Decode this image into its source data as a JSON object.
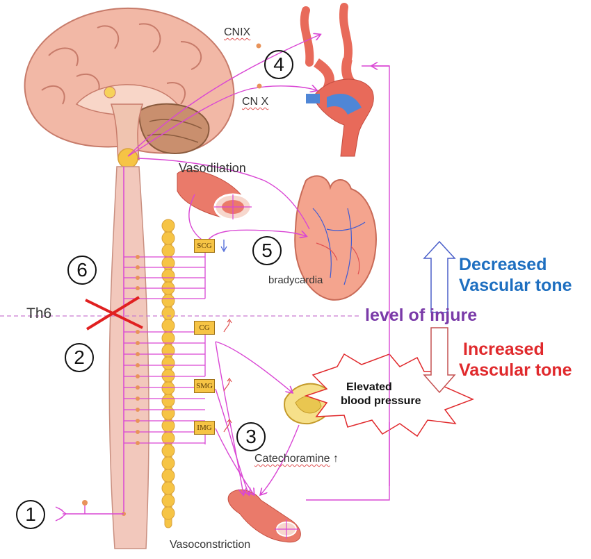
{
  "labels": {
    "cn_ix": "CNIX",
    "cn_x": "CN X",
    "vasodilation": "Vasodilation",
    "bradycardia": "bradycardia",
    "th6": "Th6",
    "level_of_injury": "level of injure",
    "decreased_tone": [
      "Decreased",
      "Vascular tone"
    ],
    "increased_tone": [
      "Increased",
      "Vascular tone"
    ],
    "elevated_bp": [
      "Elevated",
      "blood pressure"
    ],
    "catecholamine": "Catechoramine",
    "vasoconstriction": "Vasoconstriction"
  },
  "ganglia": [
    "SCG",
    "CG",
    "SMG",
    "IMG"
  ],
  "markers": [
    "①",
    "②",
    "③",
    "④",
    "⑤",
    "⑥"
  ],
  "colors": {
    "nerve": "#d946d4",
    "blue_text": "#1e6fc0",
    "red_text": "#e0292c",
    "purple_text": "#7a3aa8",
    "ganglion": "#f6c445",
    "brain": "#f2b8a6"
  }
}
